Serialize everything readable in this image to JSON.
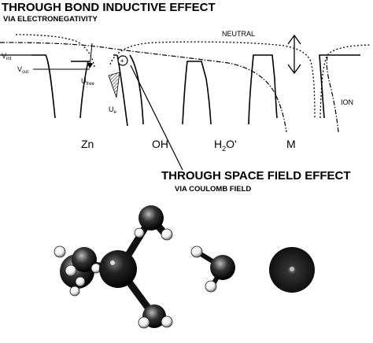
{
  "titles": {
    "bond_effect": "THROUGH BOND INDUCTIVE EFFECT",
    "bond_effect_sub": "VIA ELECTRONEGATIVITY",
    "space_effect": "THROUGH SPACE FIELD EFFECT",
    "space_effect_sub": "VIA COULOMB FIELD"
  },
  "curve_labels": {
    "neutral": "NEUTRAL",
    "ion": "ION"
  },
  "levels": {
    "v_int": "V",
    "v_int_sub": "int",
    "v_cut": "V",
    "v_cut_sub": "cut",
    "u_free": "U",
    "u_free_sub": "free",
    "u_e": "U",
    "u_e_sub": "e",
    "charge_symbol": "+"
  },
  "species": {
    "zn": "Zn",
    "oh": "OH",
    "h2o_main": "H",
    "h2o_sub": "2",
    "h2o_tail": "O'",
    "m": "M"
  },
  "icons": {
    "arrow": "double-headed-vertical-arrow"
  }
}
